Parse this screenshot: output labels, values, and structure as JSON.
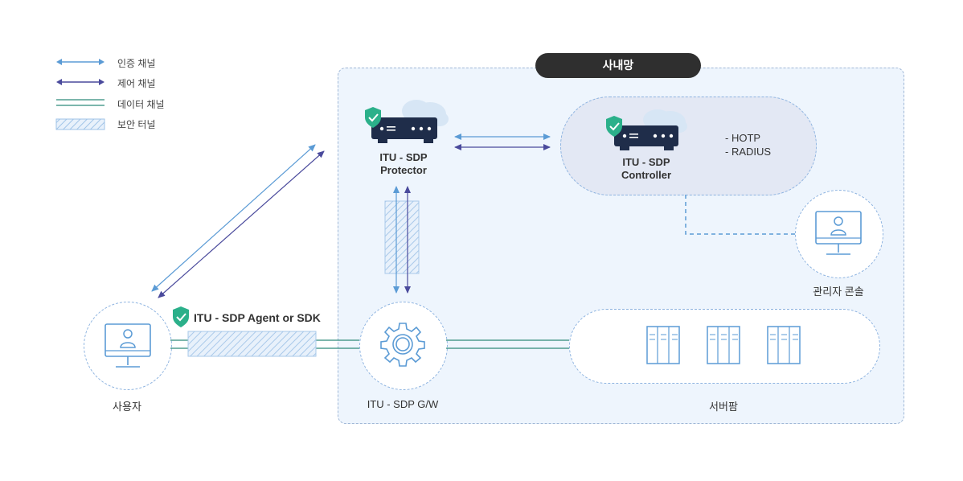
{
  "legend": [
    {
      "label": "인증 채널",
      "icon": "auth-channel-arrow",
      "color": "#5b9bd5"
    },
    {
      "label": "제어 채널",
      "icon": "control-channel-arrow",
      "color": "#4a4a9c"
    },
    {
      "label": "데이터 채널",
      "icon": "data-channel-lines",
      "color": "#2e8b7a"
    },
    {
      "label": "보안 터널",
      "icon": "secure-tunnel-hatch",
      "color": "#9fc3e7"
    }
  ],
  "network": {
    "title": "사내망"
  },
  "protector": {
    "line1": "ITU - SDP",
    "line2": "Protector"
  },
  "controller": {
    "line1": "ITU - SDP",
    "line2": "Controller",
    "info": [
      "- HOTP",
      "- RADIUS"
    ]
  },
  "admin_console": {
    "label": "관리자 콘솔"
  },
  "user": {
    "label": "사용자"
  },
  "agent": {
    "label": "ITU - SDP Agent or SDK"
  },
  "gateway": {
    "label": "ITU - SDP G/W"
  },
  "server_farm": {
    "label": "서버팜"
  },
  "colors": {
    "auth": "#5b9bd5",
    "control": "#4a4a9c",
    "data": "#2e8b7a",
    "shield": "#2bb08a",
    "device": "#1f2d4a",
    "cloud": "#d7e6f5"
  }
}
